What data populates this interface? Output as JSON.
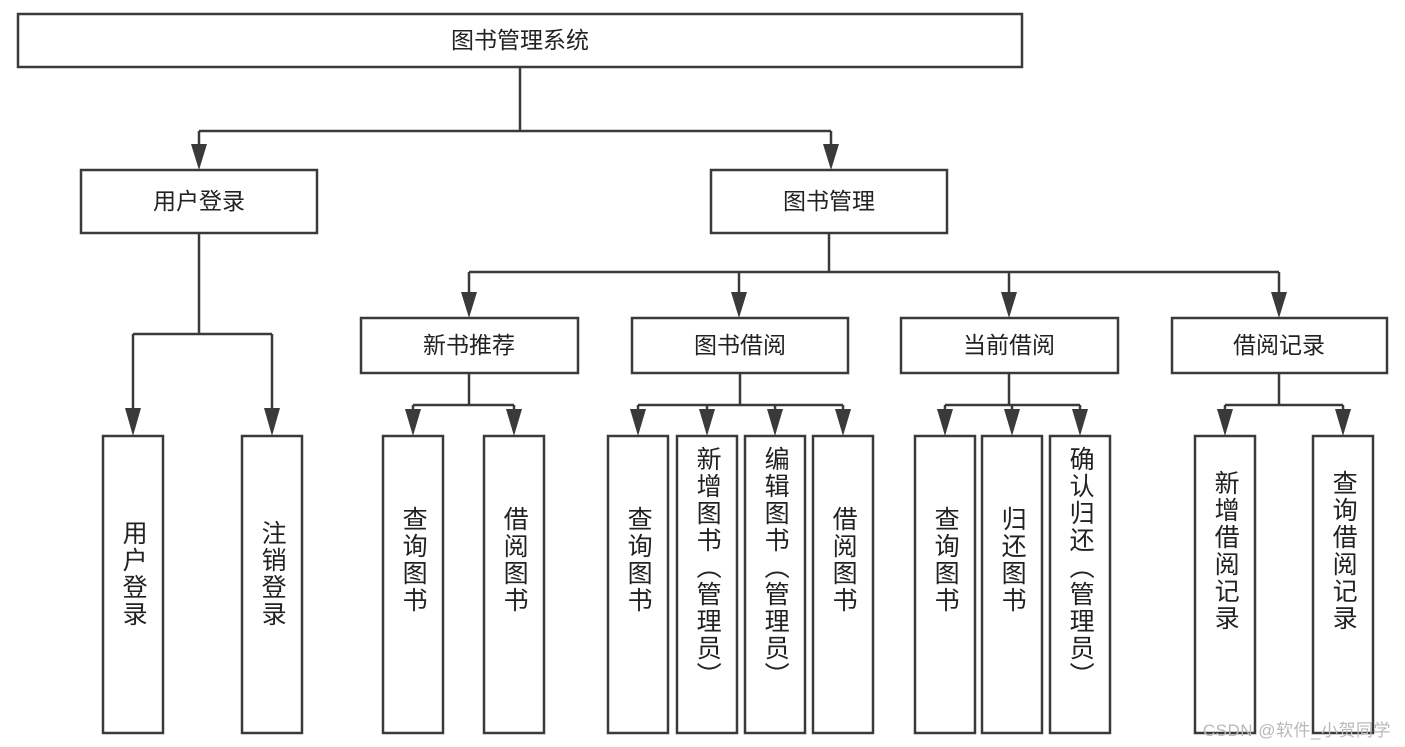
{
  "diagram": {
    "title": "图书管理系统",
    "type": "hierarchy-tree",
    "watermark": "CSDN @软件_小贺同学",
    "colors": {
      "stroke": "#3a3a3a",
      "background": "#ffffff",
      "text": "#222222",
      "watermark": "#b9b9b9"
    },
    "root": {
      "label": "图书管理系统"
    },
    "level2": [
      {
        "label": "用户登录"
      },
      {
        "label": "图书管理"
      }
    ],
    "level3": [
      {
        "label": "新书推荐"
      },
      {
        "label": "图书借阅"
      },
      {
        "label": "当前借阅"
      },
      {
        "label": "借阅记录"
      }
    ],
    "leaves": {
      "user_login": [
        {
          "label": "用户登录"
        },
        {
          "label": "注销登录"
        }
      ],
      "new_book_recommend": [
        {
          "label": "查询图书"
        },
        {
          "label": "借阅图书"
        }
      ],
      "book_borrow": [
        {
          "label": "查询图书"
        },
        {
          "label": "新增图书（管理员）"
        },
        {
          "label": "编辑图书（管理员）"
        },
        {
          "label": "借阅图书"
        }
      ],
      "current_borrow": [
        {
          "label": "查询图书"
        },
        {
          "label": "归还图书"
        },
        {
          "label": "确认归还（管理员）"
        }
      ],
      "borrow_record": [
        {
          "label": "新增借阅记录"
        },
        {
          "label": "查询借阅记录"
        }
      ]
    }
  }
}
